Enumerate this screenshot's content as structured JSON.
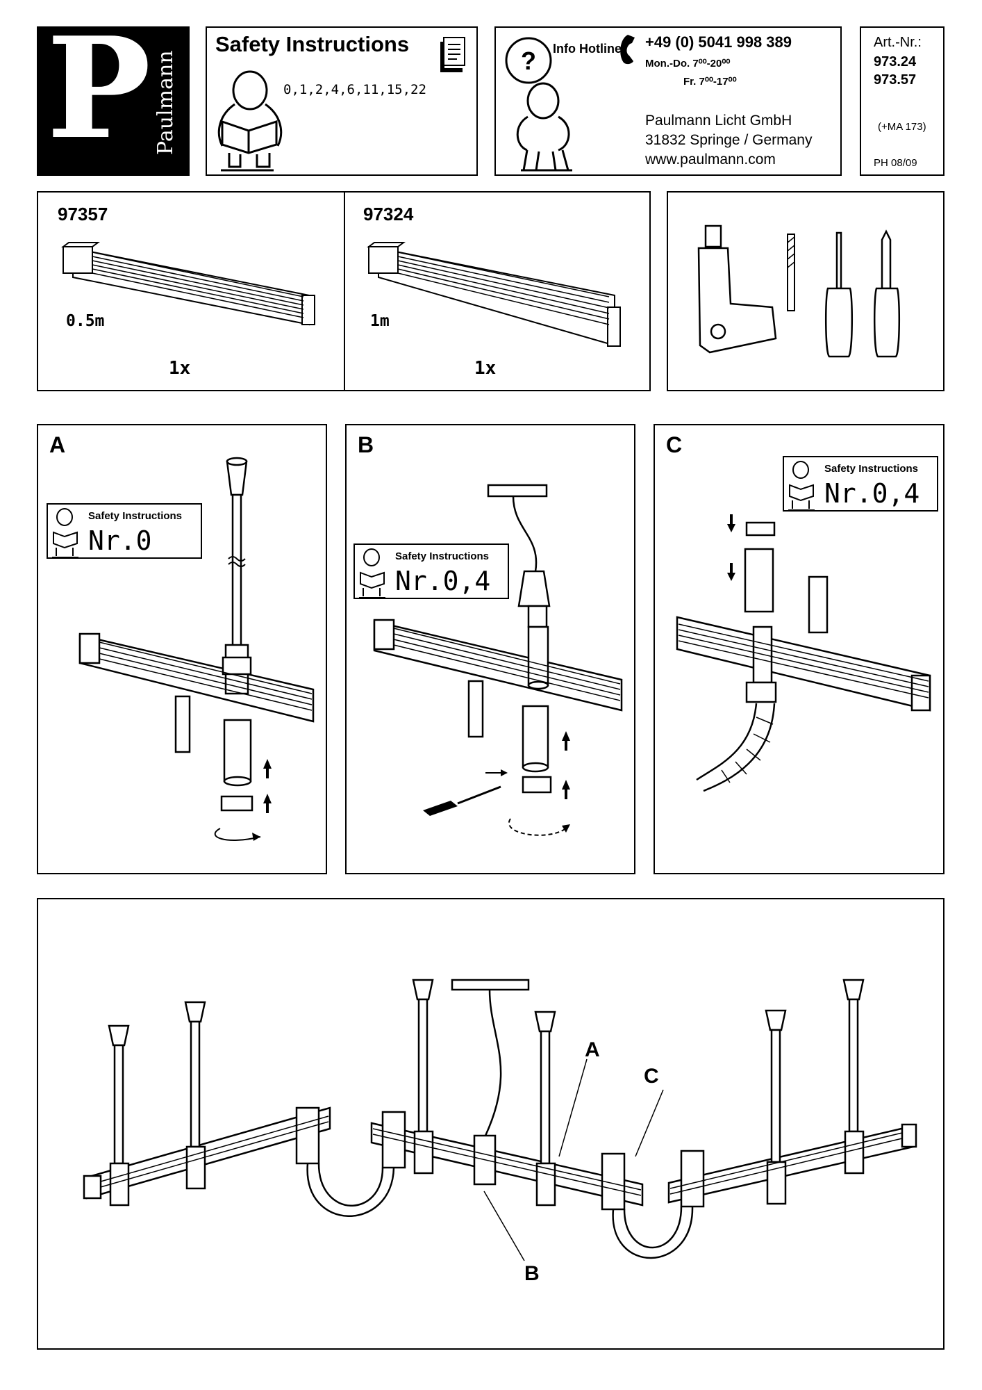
{
  "brand": {
    "letter": "P",
    "name": "Paulmann"
  },
  "safety": {
    "title": "Safety Instructions",
    "numbers": "0,1,2,4,6,11,15,22"
  },
  "hotline": {
    "label": "Info Hotline",
    "phone": "+49 (0) 5041 998 389",
    "hours_weekday": "Mon.-Do. 7⁰⁰-20⁰⁰",
    "hours_friday": "Fr.  7⁰⁰-17⁰⁰",
    "company": "Paulmann Licht GmbH",
    "address": "31832 Springe / Germany",
    "web": "www.paulmann.com"
  },
  "article": {
    "label": "Art.-Nr.:",
    "numbers": [
      "973.24",
      "973.57"
    ],
    "extra": "(+MA 173)",
    "code": "PH 08/09"
  },
  "parts": [
    {
      "number": "97357",
      "length": "0.5m",
      "qty": "1x"
    },
    {
      "number": "97324",
      "length": "1m",
      "qty": "1x"
    }
  ],
  "tools": [
    "drill-icon",
    "drill-bit-icon",
    "flat-screwdriver-icon",
    "phillips-screwdriver-icon"
  ],
  "steps": [
    {
      "letter": "A",
      "sticker_title": "Safety Instructions",
      "sticker_nr": "Nr.0"
    },
    {
      "letter": "B",
      "sticker_title": "Safety Instructions",
      "sticker_nr": "Nr.0,4"
    },
    {
      "letter": "C",
      "sticker_title": "Safety Instructions",
      "sticker_nr": "Nr.0,4"
    }
  ],
  "overview": {
    "callouts": [
      "A",
      "B",
      "C"
    ]
  }
}
